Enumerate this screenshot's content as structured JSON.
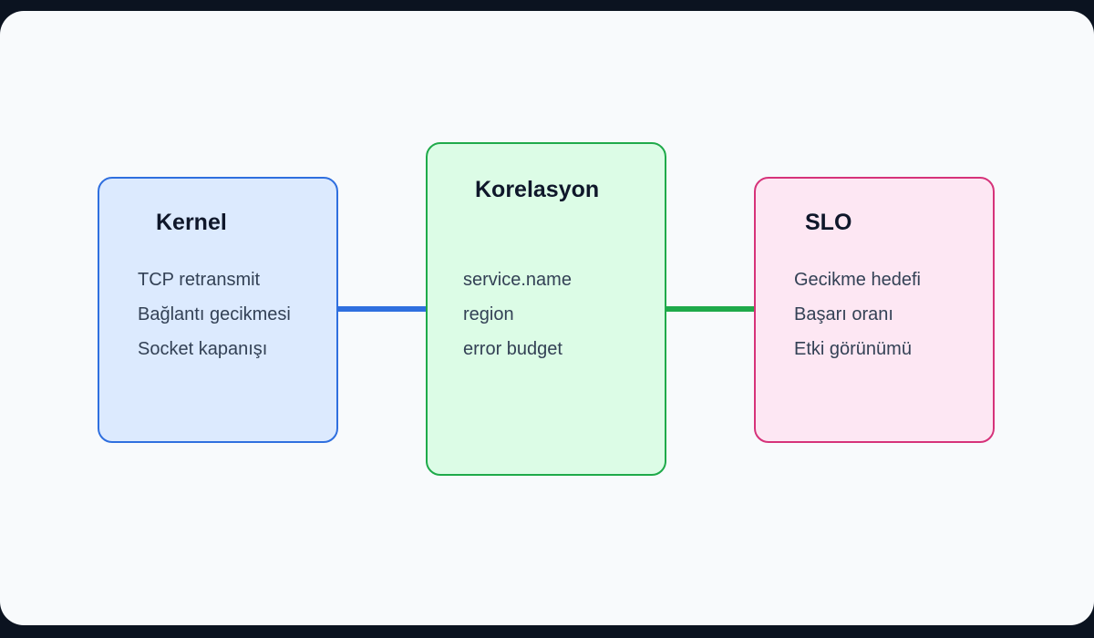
{
  "colors": {
    "kernel_fill": "#dceafe",
    "kernel_border": "#2f6fdf",
    "correlation_fill": "#dcfce6",
    "correlation_border": "#1faa4a",
    "slo_fill": "#fde7f3",
    "slo_border": "#d6337a",
    "left_connector": "#2f6fdf",
    "right_connector": "#1faa4a"
  },
  "kernel": {
    "title": "Kernel",
    "items": [
      "TCP retransmit",
      "Bağlantı gecikmesi",
      "Socket kapanışı"
    ]
  },
  "correlation": {
    "title": "Korelasyon",
    "items": [
      "service.name",
      "region",
      "error budget"
    ]
  },
  "slo": {
    "title": "SLO",
    "items": [
      "Gecikme hedefi",
      "Başarı oranı",
      "Etki görünümü"
    ]
  }
}
